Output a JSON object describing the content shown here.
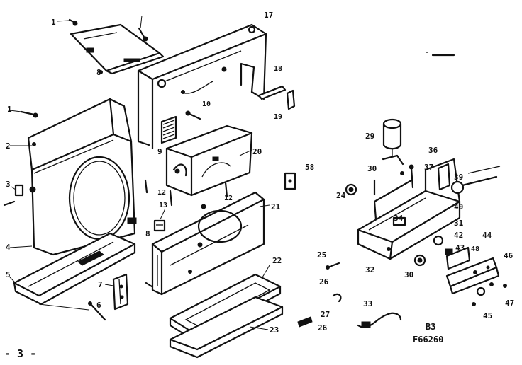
{
  "diagram": {
    "page_number": "- 3 -",
    "code_line1": "B3",
    "code_line2": "F66260",
    "callouts": [
      {
        "id": "c1a",
        "text": "1"
      },
      {
        "id": "c1b",
        "text": "1"
      },
      {
        "id": "c2",
        "text": "2"
      },
      {
        "id": "c3",
        "text": "3"
      },
      {
        "id": "c4",
        "text": "4"
      },
      {
        "id": "c5",
        "text": "5"
      },
      {
        "id": "c6",
        "text": "6"
      },
      {
        "id": "c7",
        "text": "7"
      },
      {
        "id": "c8a",
        "text": "8"
      },
      {
        "id": "c8b",
        "text": "8"
      },
      {
        "id": "c9",
        "text": "9"
      },
      {
        "id": "c10",
        "text": "10"
      },
      {
        "id": "c12a",
        "text": "12"
      },
      {
        "id": "c12b",
        "text": "12"
      },
      {
        "id": "c13",
        "text": "13"
      },
      {
        "id": "c17",
        "text": "17"
      },
      {
        "id": "c18",
        "text": "18"
      },
      {
        "id": "c19",
        "text": "19"
      },
      {
        "id": "c20",
        "text": "20"
      },
      {
        "id": "c21",
        "text": "21"
      },
      {
        "id": "c22",
        "text": "22"
      },
      {
        "id": "c23",
        "text": "23"
      },
      {
        "id": "c24",
        "text": "24"
      },
      {
        "id": "c25",
        "text": "25"
      },
      {
        "id": "c26a",
        "text": "26"
      },
      {
        "id": "c26b",
        "text": "26"
      },
      {
        "id": "c27",
        "text": "27"
      },
      {
        "id": "c29",
        "text": "29"
      },
      {
        "id": "c30a",
        "text": "30"
      },
      {
        "id": "c30b",
        "text": "30"
      },
      {
        "id": "c31",
        "text": "31"
      },
      {
        "id": "c32",
        "text": "32"
      },
      {
        "id": "c33",
        "text": "33"
      },
      {
        "id": "c34",
        "text": "34"
      },
      {
        "id": "c36",
        "text": "36"
      },
      {
        "id": "c37",
        "text": "37"
      },
      {
        "id": "c39",
        "text": "39"
      },
      {
        "id": "c40",
        "text": "40"
      },
      {
        "id": "c42",
        "text": "42"
      },
      {
        "id": "c43",
        "text": "43"
      },
      {
        "id": "c44",
        "text": "44"
      },
      {
        "id": "c45",
        "text": "45"
      },
      {
        "id": "c46",
        "text": "46"
      },
      {
        "id": "c47",
        "text": "47"
      },
      {
        "id": "c48",
        "text": "48"
      },
      {
        "id": "c58",
        "text": "58"
      }
    ]
  }
}
